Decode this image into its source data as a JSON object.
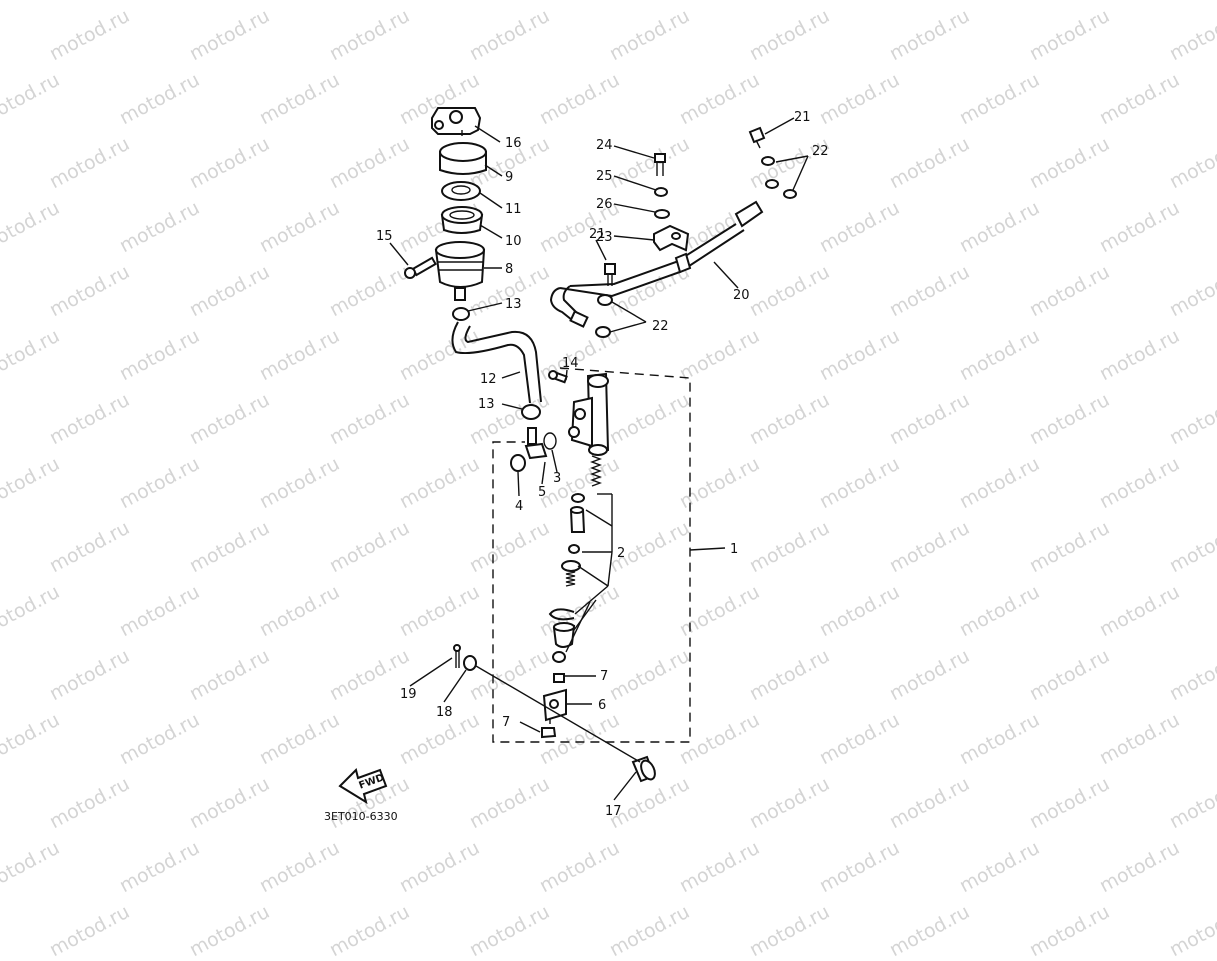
{
  "watermark_text": "motod.ru",
  "parts": [
    {
      "id": "p1",
      "num": "1"
    },
    {
      "id": "p2",
      "num": "2"
    },
    {
      "id": "p3",
      "num": "3"
    },
    {
      "id": "p4",
      "num": "4"
    },
    {
      "id": "p5",
      "num": "5"
    },
    {
      "id": "p6",
      "num": "6"
    },
    {
      "id": "p7a",
      "num": "7"
    },
    {
      "id": "p7b",
      "num": "7"
    },
    {
      "id": "p8",
      "num": "8"
    },
    {
      "id": "p9",
      "num": "9"
    },
    {
      "id": "p10",
      "num": "10"
    },
    {
      "id": "p11",
      "num": "11"
    },
    {
      "id": "p12",
      "num": "12"
    },
    {
      "id": "p13a",
      "num": "13"
    },
    {
      "id": "p13b",
      "num": "13"
    },
    {
      "id": "p14",
      "num": "14"
    },
    {
      "id": "p15",
      "num": "15"
    },
    {
      "id": "p16",
      "num": "16"
    },
    {
      "id": "p17",
      "num": "17"
    },
    {
      "id": "p18",
      "num": "18"
    },
    {
      "id": "p19",
      "num": "19"
    },
    {
      "id": "p20",
      "num": "20"
    },
    {
      "id": "p21a",
      "num": "21"
    },
    {
      "id": "p21b",
      "num": "21"
    },
    {
      "id": "p22a",
      "num": "22"
    },
    {
      "id": "p22b",
      "num": "22"
    },
    {
      "id": "p23",
      "num": "23"
    },
    {
      "id": "p24",
      "num": "24"
    },
    {
      "id": "p25",
      "num": "25"
    },
    {
      "id": "p26",
      "num": "26"
    }
  ],
  "fwd_label": "FWD",
  "drawing_code": "3ET010-6330"
}
